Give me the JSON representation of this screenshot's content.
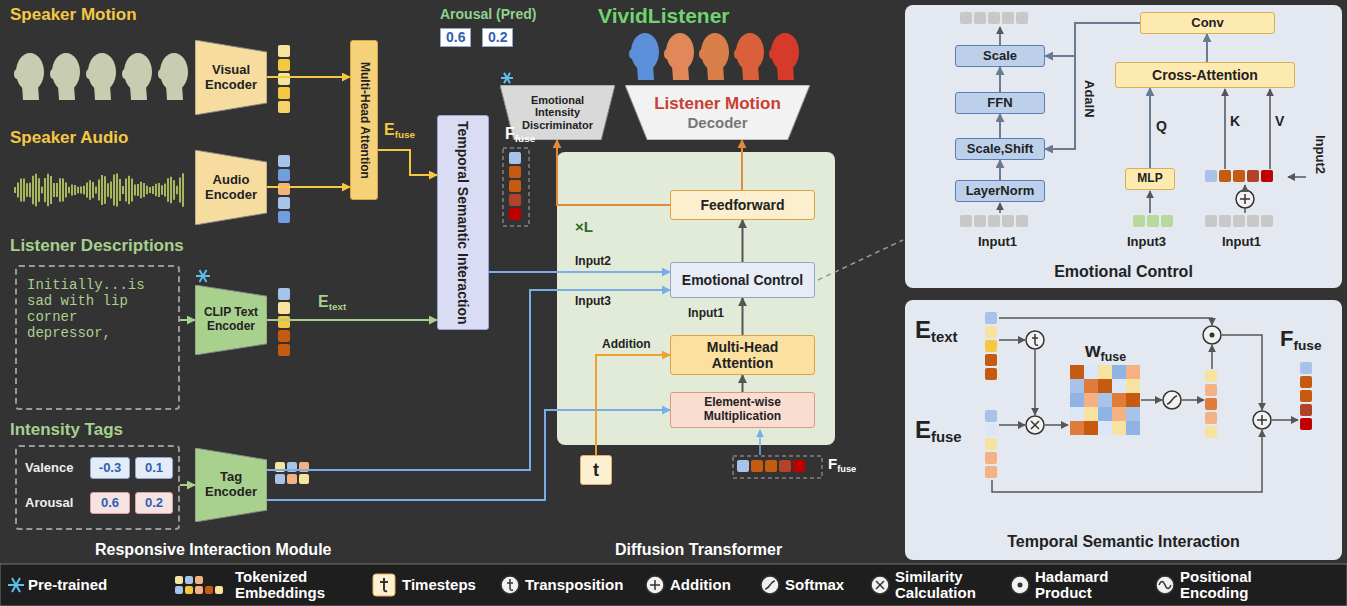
{
  "diagram": {
    "nodes": [
      {
        "text": [
          "Visual Encoder"
        ]
      },
      {
        "text": [
          "Audio Encoder"
        ]
      },
      {
        "text": [
          "Multi-Head Attention"
        ]
      },
      {
        "text": [
          "Temporal Semantic Interaction"
        ]
      },
      {
        "text": [
          "Initially...is sad with lip corner depressor,"
        ]
      },
      {
        "text": [
          "CLIP Text Encoder"
        ]
      },
      {
        "text": [
          "Valence",
          "Arousal"
        ]
      },
      {
        "text": [
          "-0.3"
        ],
        "in": 6
      },
      {
        "text": [
          "0.1"
        ],
        "in": 6
      },
      {
        "text": [
          "0.6"
        ],
        "in": 6
      },
      {
        "text": [
          "0.2"
        ],
        "in": 6
      },
      {
        "text": [
          "Tag Encoder"
        ]
      },
      {
        "text": [
          "Emotional Intensity Discriminator"
        ]
      },
      {
        "text": [
          "Listener Motion",
          "Decoder"
        ]
      },
      {
        "text": [
          "×L"
        ]
      },
      {
        "text": [
          "Feedforward"
        ],
        "in": 14
      },
      {
        "text": [
          "Emotional Control"
        ],
        "in": 14
      },
      {
        "text": [
          "Multi-Head Attention"
        ],
        "in": 14
      },
      {
        "text": [
          "Element-wise Multiplication"
        ],
        "in": 14
      },
      {
        "text": [
          "t"
        ]
      },
      {
        "text": [
          "Emotional Control"
        ]
      },
      {
        "text": [
          "Scale"
        ],
        "in": 20
      },
      {
        "text": [
          "FFN"
        ],
        "in": 20
      },
      {
        "text": [
          "Scale,Shift"
        ],
        "in": 20
      },
      {
        "text": [
          "LayerNorm"
        ],
        "in": 20
      },
      {
        "text": [
          "Conv"
        ],
        "in": 20
      },
      {
        "text": [
          "Cross-Attention"
        ],
        "in": 20
      },
      {
        "text": [
          "MLP"
        ],
        "in": 20
      },
      {
        "text": [
          "Temporal Semantic Interaction"
        ]
      }
    ],
    "edges": [
      {
        "from": 0,
        "to": 2,
        "arrow": "to"
      },
      {
        "from": 1,
        "to": 2,
        "arrow": "to"
      },
      {
        "from": 2,
        "to": 3,
        "arrow": "to"
      },
      {
        "from": 4,
        "to": 5,
        "arrow": "to"
      },
      {
        "from": 5,
        "to": 3,
        "arrow": "to"
      },
      {
        "from": 6,
        "to": 11,
        "arrow": "to"
      },
      {
        "from": 11,
        "to": 18,
        "arrow": "to"
      },
      {
        "from": 11,
        "to": 16,
        "arrow": "to"
      },
      {
        "from": 3,
        "to": 16,
        "arrow": "to"
      },
      {
        "from": 18,
        "to": 17,
        "arrow": "to"
      },
      {
        "from": 19,
        "to": 17,
        "arrow": "to"
      },
      {
        "from": 17,
        "to": 16,
        "arrow": "to"
      },
      {
        "from": 16,
        "to": 15,
        "arrow": "to"
      },
      {
        "from": 15,
        "to": 13,
        "arrow": "to"
      },
      {
        "from": 15,
        "to": 12,
        "arrow": "to"
      },
      {
        "from": 24,
        "to": 23,
        "arrow": "to"
      },
      {
        "from": 23,
        "to": 22,
        "arrow": "to"
      },
      {
        "from": 22,
        "to": 21,
        "arrow": "to"
      },
      {
        "from": 27,
        "to": 26,
        "arrow": "to"
      },
      {
        "from": 26,
        "to": 25,
        "arrow": "to"
      },
      {
        "from": 25,
        "to": 21,
        "arrow": "to"
      },
      {
        "from": 25,
        "to": 23,
        "arrow": "to"
      }
    ],
    "labels": [
      "Speaker Motion",
      "Speaker Audio",
      "Listener Descriptions",
      "Intensity Tags",
      "E",
      "fuse",
      "E",
      "text",
      "F",
      "fuse",
      "Responsive Interaction Module",
      "VividListener",
      "Arousal (Pred)",
      "0.6",
      "0.2",
      "Input2",
      "Input3",
      "Input1",
      "Addition",
      "F",
      "fuse",
      "Diffusion Transformer",
      "Input1",
      "Input3",
      "Input1",
      "Input2",
      "AdaIN",
      "Q",
      "K",
      "V",
      "E",
      "text",
      "w",
      "fuse",
      "F",
      "fuse",
      "E",
      "fuse"
    ],
    "legend": [
      {
        "text": "Pre-trained"
      },
      {
        "text": "Tokenized Embeddings"
      },
      {
        "text": "Timesteps"
      },
      {
        "text": "Transposition"
      },
      {
        "text": "Addition"
      },
      {
        "text": "Softmax"
      },
      {
        "text": "Similarity Calculation"
      },
      {
        "text": "Hadamard Product"
      },
      {
        "text": "Positional Encoding"
      }
    ]
  }
}
